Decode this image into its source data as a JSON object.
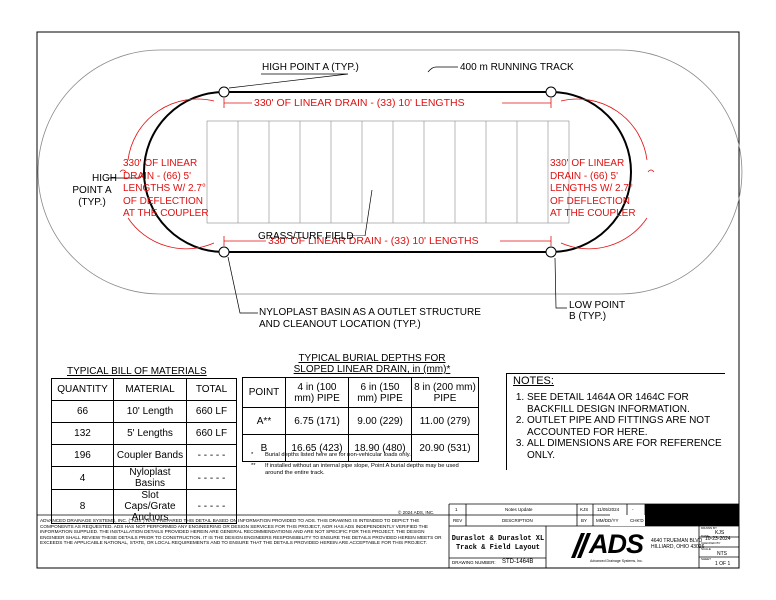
{
  "diagram": {
    "track_label": "400 m RUNNING TRACK",
    "high_point_top": "HIGH POINT A (TYP.)",
    "high_point_left": [
      "HIGH",
      "POINT A",
      "(TYP.)"
    ],
    "low_point": [
      "LOW POINT",
      "B  (TYP.)"
    ],
    "drain_top": "330' OF LINEAR DRAIN - (33) 10' LENGTHS",
    "drain_bottom": "330' OF LINEAR DRAIN - (33) 10' LENGTHS",
    "drain_left": [
      "330'  OF LINEAR",
      "DRAIN - (66) 5'",
      "LENGTHS W/ 2.7°",
      "OF DEFLECTION",
      "AT THE COUPLER"
    ],
    "drain_right": [
      "330' OF LINEAR",
      "DRAIN - (66) 5'",
      "LENGTHS W/ 2.7°",
      "OF DEFLECTION",
      "AT THE COUPLER"
    ],
    "field_label": "GRASS/TURF FIELD",
    "basin_label": [
      "NYLOPLAST BASIN AS A OUTLET STRUCTURE",
      "AND CLEANOUT LOCATION (TYP.)"
    ]
  },
  "bom": {
    "title": "TYPICAL BILL OF MATERIALS",
    "headers": [
      "QUANTITY",
      "MATERIAL",
      "TOTAL"
    ],
    "rows": [
      [
        "66",
        "10' Length",
        "660 LF"
      ],
      [
        "132",
        "5' Lengths",
        "660 LF"
      ],
      [
        "196",
        "Coupler Bands",
        "- - - - -"
      ],
      [
        "4",
        "Nyloplast Basins",
        "- - - - -"
      ],
      [
        "8",
        "Slot Caps/Grate Anchors",
        "- - - - -"
      ]
    ]
  },
  "burial": {
    "title_line1": "TYPICAL BURIAL DEPTHS FOR",
    "title_line2": "SLOPED LINEAR DRAIN, in (mm)*",
    "headers": [
      "POINT",
      "4 in (100 mm) PIPE",
      "6 in (150 mm) PIPE",
      "8 in (200 mm) PIPE"
    ],
    "rows": [
      [
        "A**",
        "6.75 (171)",
        "9.00 (229)",
        "11.00 (279)"
      ],
      [
        "B",
        "16.65 (423)",
        "18.90 (480)",
        "20.90 (531)"
      ]
    ],
    "footnote1_mark": "*",
    "footnote1": "Burial depths listed here are for non-vehicular loads only.",
    "footnote2_mark": "**",
    "footnote2": "If installed without an internal pipe slope, Point A burial depths may be used around the entire track."
  },
  "notes": {
    "title": "NOTES:",
    "items": [
      "SEE DETAIL 1464A OR 1464C FOR BACKFILL DESIGN INFORMATION.",
      "OUTLET PIPE AND FITTINGS ARE NOT ACCOUNTED FOR HERE.",
      "ALL DIMENSIONS ARE FOR REFERENCE ONLY."
    ]
  },
  "title_block": {
    "copyright": "© 2024 ADS, INC.",
    "disclaimer": "ADVANCED DRAINAGE SYSTEMS, INC. (\"ADS\") HAS PREPARED THIS DETAIL BASED ON INFORMATION PROVIDED TO ADS.  THIS DRAWING IS INTENDED TO DEPICT THE COMPONENTS AS REQUESTED.  ADS HAS NOT PERFORMED ANY ENGINEERING OR DESIGN SERVICES FOR THIS PROJECT, NOR HAS ADS INDEPENDENTLY VERIFIED THE INFORMATION SUPPLIED.  THE INSTALLATION DETAILS PROVIDED HEREIN ARE GENERAL RECOMMENDATIONS AND ARE NOT SPECIFIC FOR THIS PROJECT.  THE DESIGN ENGINEER SHALL REVIEW THESE DETAILS PRIOR TO CONSTRUCTION.  IT IS THE DESIGN ENGINEERS RESPONSIBILITY TO ENSURE THE DETAILS PROVIDED HEREIN MEETS OR EXCEEDS THE APPLICABLE NATIONAL, STATE, OR LOCAL REQUIREMENTS AND TO ENSURE THAT THE DETAILS PROVIDED HEREIN ARE ACCEPTABLE FOR THIS PROJECT.",
    "rev_no": "1",
    "rev_desc": "Notes Update",
    "rev_by": "KJS",
    "rev_date": "11/05/2024",
    "rev_chk": "-",
    "hdr_rev": "REV",
    "hdr_desc": "DESCRIPTION",
    "hdr_by": "BY",
    "hdr_date": "MM/DD/YY",
    "hdr_chk": "CHK'D",
    "title_line1": "Duraslot & Duraslot XL",
    "title_line2": "Track & Field Layout",
    "drawing_number_label": "DRAWING NUMBER:",
    "drawing_number": "STD-1464B",
    "logo": "ADS",
    "logo_sub": "Advanced Drainage Systems, Inc.",
    "address1": "4640 TRUEMAN BLVD",
    "address2": "HILLIARD, OHIO 43026",
    "drawn_by_label": "DRAWN BY",
    "drawn_by": "KJS",
    "date_label": "DATE",
    "date": "10-23-2024",
    "checked_label": "CHECKED BY",
    "checked": "",
    "scale_label": "SCALE",
    "scale": "NTS",
    "sheet_label": "SHEET",
    "sheet": "1 OF 1"
  }
}
